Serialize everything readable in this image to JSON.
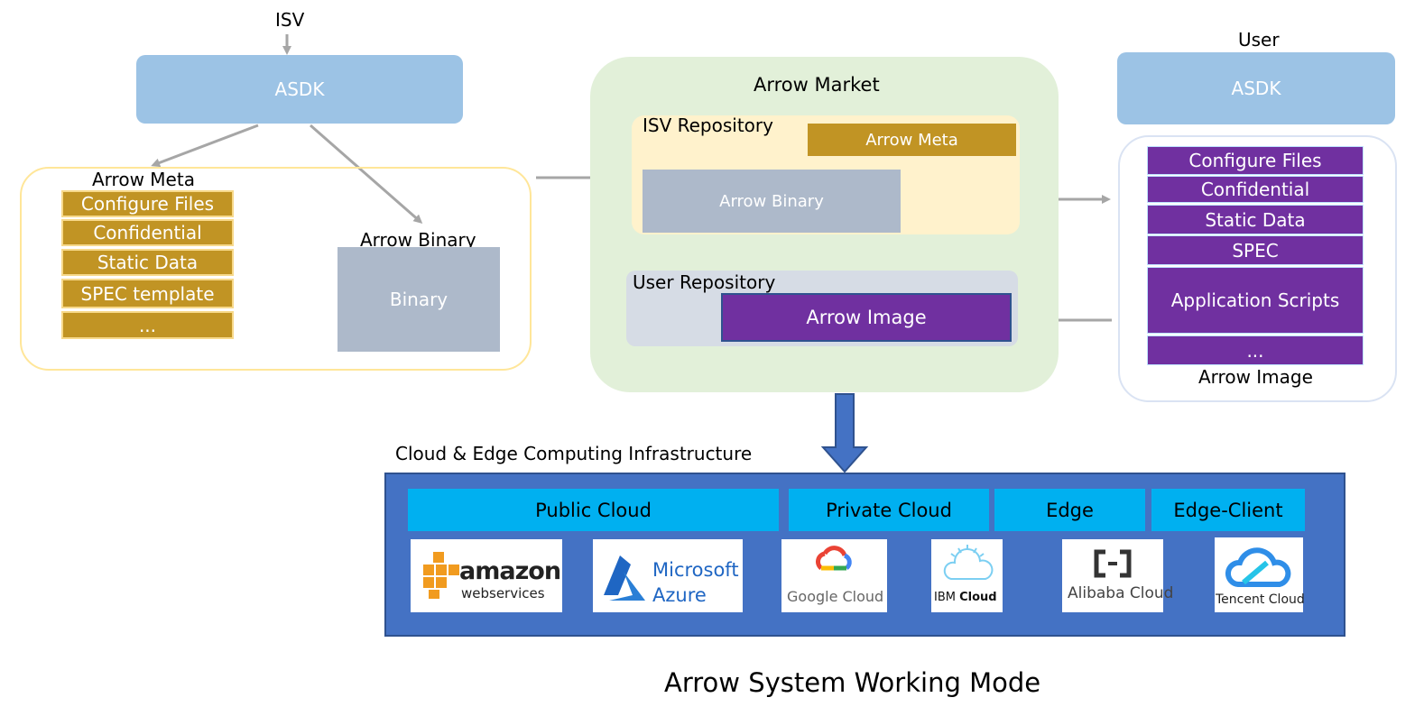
{
  "isv_section": {
    "isv_label": "ISV",
    "asdk_label": "ASDK",
    "arrow_meta_title": "Arrow Meta",
    "meta_items": [
      "Configure Files",
      "Confidential",
      "Static Data",
      "SPEC template",
      "..."
    ],
    "arrow_binary_title": "Arrow Binary",
    "binary_label": "Binary"
  },
  "market": {
    "title": "Arrow Market",
    "isv_repo_title": "ISV Repository",
    "isv_repo_meta": "Arrow Meta",
    "isv_repo_binary": "Arrow Binary",
    "user_repo_title": "User Repository",
    "user_repo_image": "Arrow Image"
  },
  "user_section": {
    "user_label": "User",
    "asdk_label": "ASDK",
    "image_items": [
      "Configure Files",
      "Confidential",
      "Static Data",
      "SPEC",
      "Application Scripts",
      "..."
    ],
    "arrow_image_title": "Arrow Image"
  },
  "infrastructure": {
    "title": "Cloud & Edge Computing Infrastructure",
    "categories": [
      "Public Cloud",
      "Private Cloud",
      "Edge",
      "Edge-Client"
    ],
    "logos": {
      "amazon_main": "amazon",
      "amazon_sub": "webservices",
      "microsoft_line1": "Microsoft",
      "microsoft_line2": "Azure",
      "google": "Google Cloud",
      "ibm_prefix": "IBM",
      "ibm_suffix": "Cloud",
      "alibaba": "Alibaba Cloud",
      "tencent": "Tencent Cloud"
    }
  },
  "caption": "Arrow System Working Mode",
  "colors": {
    "asdk_blue": "#9cc3e5",
    "meta_gold": "#c19424",
    "image_purple": "#7030a0",
    "binary_gray": "#adb9ca",
    "market_green": "#e2f0d9",
    "repo_yellow": "#fff2cc",
    "repo_gray": "#d6dce5",
    "infra_blue": "#4472c4",
    "category_cyan": "#00b0f0",
    "arrow_gray": "#a6a6a6"
  }
}
